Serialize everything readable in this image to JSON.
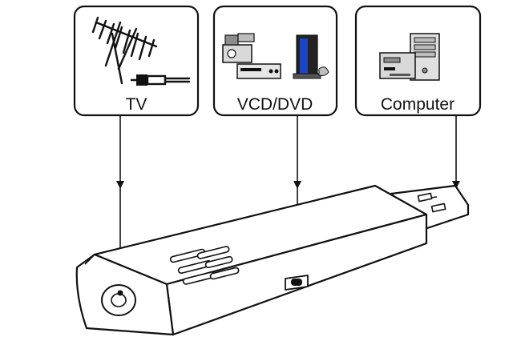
{
  "sources": [
    {
      "id": "tv",
      "label": "TV",
      "icon": "tv-antenna-icon"
    },
    {
      "id": "vcd",
      "label": "VCD/DVD",
      "icon": "video-devices-icon"
    },
    {
      "id": "pc",
      "label": "Computer",
      "icon": "desktop-computer-icon"
    }
  ],
  "device": {
    "icon": "usb-tv-tuner-stick-icon"
  },
  "colors": {
    "line": "#111111",
    "screen_blue": "#1c46c8",
    "fill_gray": "#d9d9d9",
    "dark_gray": "#8c8c8c"
  }
}
